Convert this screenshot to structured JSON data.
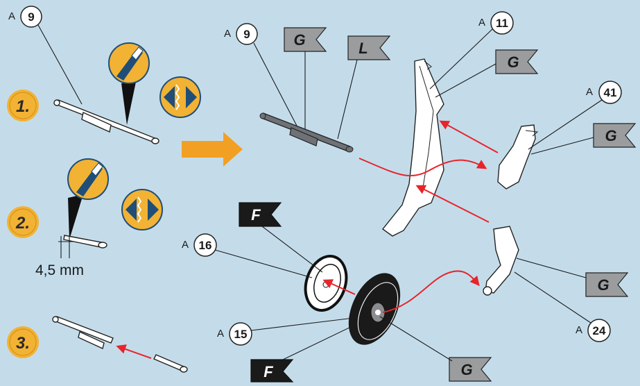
{
  "steps": [
    {
      "label": "1.",
      "part_number": "9",
      "prefix": "A"
    },
    {
      "label": "2.",
      "measurement": "4,5 mm"
    },
    {
      "label": "3."
    }
  ],
  "callouts": {
    "a9": {
      "prefix": "A",
      "number": "9"
    },
    "a11": {
      "prefix": "A",
      "number": "11"
    },
    "a41": {
      "prefix": "A",
      "number": "41"
    },
    "a16": {
      "prefix": "A",
      "number": "16"
    },
    "a15": {
      "prefix": "A",
      "number": "15"
    },
    "a24": {
      "prefix": "A",
      "number": "24"
    }
  },
  "flags": {
    "g1": "G",
    "l1": "L",
    "g2": "G",
    "g3": "G",
    "f1": "F",
    "g4": "G",
    "f2": "F",
    "g5": "G"
  },
  "colors": {
    "background": "#c4dcea",
    "step_badge": "#f2b233",
    "arrow_orange": "#f2a024",
    "arrow_red": "#e8242b",
    "flag_grey": "#9a9c9e",
    "flag_black": "#1a1a1a",
    "tool_blue": "#1f4e79"
  },
  "icons": [
    "hobby-knife-icon",
    "sand-file-icon",
    "flag-icon",
    "arrow-icon"
  ]
}
